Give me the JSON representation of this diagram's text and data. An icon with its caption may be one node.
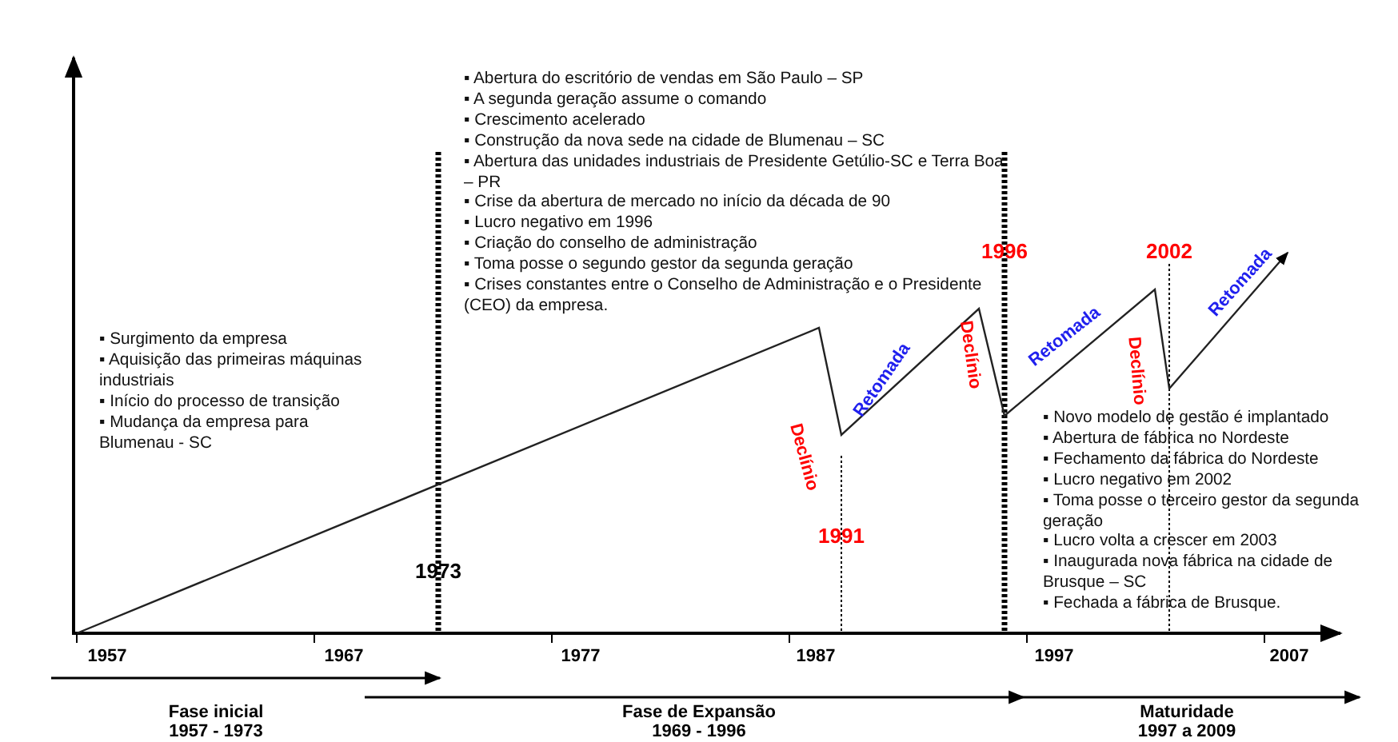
{
  "diagram": {
    "labels": [
      "▪ Abertura do escritório de vendas em São Paulo – SP",
      "▪ A segunda geração assume o comando",
      "▪ Crescimento acelerado",
      "▪ Construção da nova sede na cidade de Blumenau – SC",
      "▪ Abertura das unidades industriais de Presidente Getúlio-SC e Terra Boa – PR",
      "▪ Crise da abertura de mercado no início da década de 90",
      "▪ Lucro negativo em 1996",
      "▪ Criação do conselho de administração",
      "▪ Toma posse o segundo gestor da segunda geração",
      "▪ Crises constantes entre o Conselho de Administração e o Presidente (CEO) da empresa.",
      "▪ Surgimento da empresa",
      "▪ Aquisição das primeiras máquinas industriais",
      "▪ Início do processo de transição",
      "▪ Mudança da empresa para Blumenau - SC",
      "▪ Novo modelo de gestão é implantado",
      "▪ Abertura de fábrica no Nordeste",
      "▪ Fechamento da fábrica do Nordeste",
      "▪ Lucro negativo em 2002",
      "▪ Toma posse o terceiro gestor da segunda geração",
      "▪ Lucro volta a crescer em 2003",
      "▪ Inaugurada nova fábrica na cidade de Brusque – SC",
      "▪ Fechada a fábrica de Brusque.",
      "1973",
      "1991",
      "1996",
      "2002",
      "Declínio",
      "Retomada",
      "Declínio",
      "Retomada",
      "Declínio",
      "Retomada",
      "1957",
      "1967",
      "1977",
      "1987",
      "1997",
      "2007",
      "Fase inicial",
      "1957 - 1973",
      "Fase de Expansão",
      "1969 - 1996",
      "Maturidade",
      "1997 a 2009"
    ]
  }
}
